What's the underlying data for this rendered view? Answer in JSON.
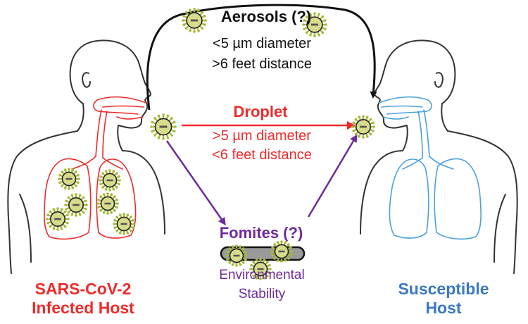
{
  "aerosols": {
    "title": "Aerosols (?)",
    "line1": "<5 µm diameter",
    "line2": ">6 feet distance",
    "color": "#111111"
  },
  "droplet": {
    "title": "Droplet",
    "line1": ">5 µm diameter",
    "line2": "<6 feet distance",
    "color": "#ef2a2a"
  },
  "fomites": {
    "title": "Fomites (?)",
    "line1": "Environmental",
    "line2": "Stability",
    "color": "#6e2a9e"
  },
  "infected_host": {
    "line1": "SARS-CoV-2",
    "line2": "Infected Host",
    "color": "#ef2a2a"
  },
  "susceptible_host": {
    "line1": "Susceptible",
    "line2": "Host",
    "color": "#3b78c4"
  },
  "virus_colors": {
    "spikes": "#a8b83a",
    "body": "#d7dc8a"
  }
}
